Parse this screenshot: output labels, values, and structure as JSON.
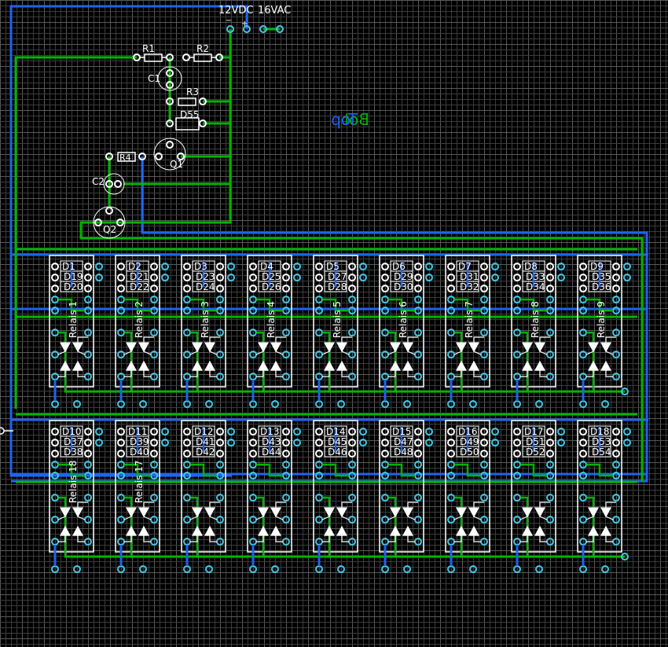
{
  "app": {
    "view": "PCB layout editor"
  },
  "colors": {
    "background": "#000000",
    "grid_minor": "#3c3c3c",
    "grid_major": "#5a5a5a",
    "top_trace": "#00b400",
    "bottom_trace": "#1e64f0",
    "pad_plated": "#40c8e8",
    "pad_silk": "#ffffff",
    "silkscreen": "#ffffff",
    "label_top": "#00b400",
    "label_bottom": "#1e64f0"
  },
  "layer_labels": {
    "top": "Top",
    "bottom": "Bot"
  },
  "power_connector": {
    "dc_label": "12VDC",
    "ac_label": "16VAC",
    "minus": "−",
    "plus": "+"
  },
  "components": {
    "R1": "R1",
    "R2": "R2",
    "R3": "R3",
    "R4": "R4",
    "C1": "C1",
    "C2": "C2",
    "D55": "D55",
    "Q1": "Q1",
    "Q2": "Q2"
  },
  "relays": [
    {
      "name": "Relais 1",
      "diodes": [
        "D1",
        "D19",
        "D20"
      ]
    },
    {
      "name": "Relais 2",
      "diodes": [
        "D2",
        "D21",
        "D22"
      ]
    },
    {
      "name": "Relais 3",
      "diodes": [
        "D3",
        "D23",
        "D24"
      ]
    },
    {
      "name": "Relais 4",
      "diodes": [
        "D4",
        "D25",
        "D26"
      ]
    },
    {
      "name": "Relais 5",
      "diodes": [
        "D5",
        "D27",
        "D28"
      ]
    },
    {
      "name": "Relais 6",
      "diodes": [
        "D6",
        "D29",
        "D30"
      ]
    },
    {
      "name": "Relais 7",
      "diodes": [
        "D7",
        "D31",
        "D32"
      ]
    },
    {
      "name": "Relais 8",
      "diodes": [
        "D8",
        "D33",
        "D34"
      ]
    },
    {
      "name": "Relais 9",
      "diodes": [
        "D9",
        "D35",
        "D36"
      ]
    },
    {
      "name": "Relais 18",
      "diodes": [
        "D10",
        "D37",
        "D38"
      ]
    },
    {
      "name": "Relais 17",
      "diodes": [
        "D11",
        "D39",
        "D40"
      ]
    },
    {
      "name": "",
      "diodes": [
        "D12",
        "D41",
        "D42"
      ]
    },
    {
      "name": "",
      "diodes": [
        "D13",
        "D43",
        "D44"
      ]
    },
    {
      "name": "",
      "diodes": [
        "D14",
        "D45",
        "D46"
      ]
    },
    {
      "name": "",
      "diodes": [
        "D15",
        "D47",
        "D48"
      ]
    },
    {
      "name": "",
      "diodes": [
        "D16",
        "D49",
        "D50"
      ]
    },
    {
      "name": "",
      "diodes": [
        "D17",
        "D51",
        "D52"
      ]
    },
    {
      "name": "",
      "diodes": [
        "D18",
        "D53",
        "D54"
      ]
    }
  ]
}
